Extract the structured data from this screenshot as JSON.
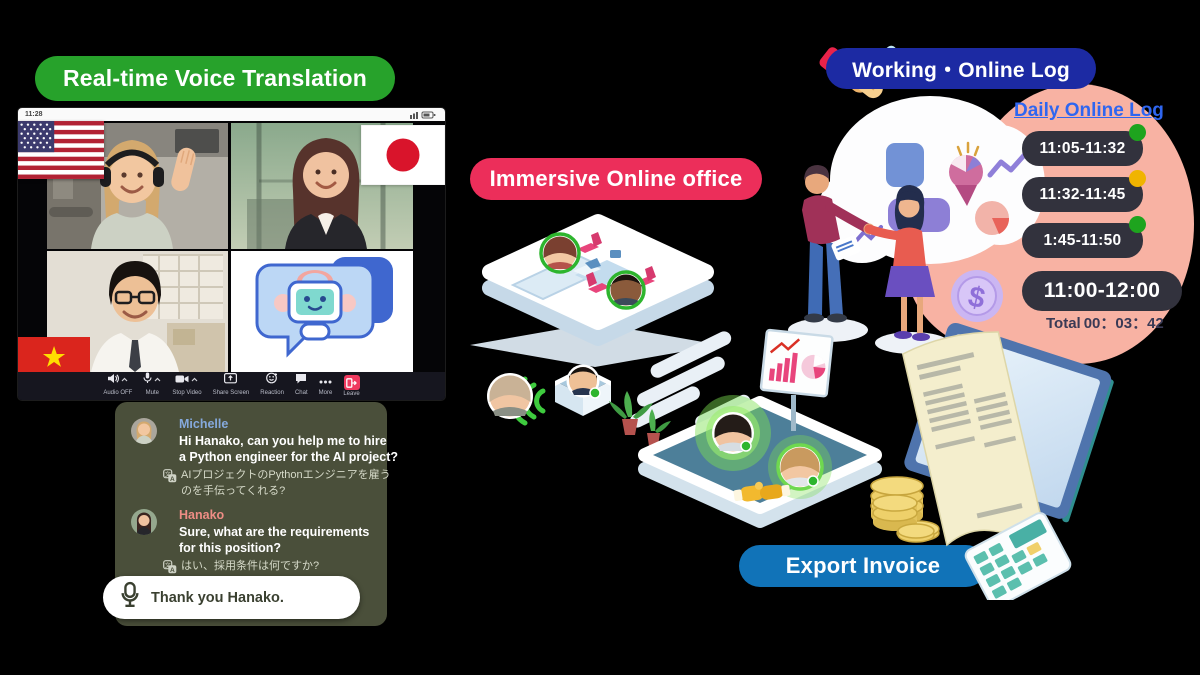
{
  "badges": {
    "voice_translation": "Real-time Voice Translation",
    "online_office": "Immersive Online office",
    "working_log": "Working・Online Log",
    "export_invoice": "Export Invoice"
  },
  "video_call": {
    "status_time": "11:28",
    "flags": {
      "top_left": "United States",
      "top_right": "Japan",
      "bottom_left": "Vietnam"
    },
    "toolbar": [
      {
        "label": "Audio OFF",
        "icon": "speaker-icon"
      },
      {
        "label": "Mute",
        "icon": "mic-icon"
      },
      {
        "label": "Stop Video",
        "icon": "camera-icon"
      },
      {
        "label": "Share Screen",
        "icon": "share-screen-icon"
      },
      {
        "label": "Reaction",
        "icon": "reaction-icon"
      },
      {
        "label": "Chat",
        "icon": "chat-icon"
      },
      {
        "label": "More",
        "icon": "more-icon"
      },
      {
        "label": "Leave",
        "icon": "leave-icon"
      }
    ]
  },
  "chat": {
    "messages": [
      {
        "speaker": "Michelle",
        "name_color": "#85a9dc",
        "lines": [
          "Hi Hanako, can you help me to hire",
          "a Python engineer for the AI project?"
        ],
        "translation_lines": [
          "AIプロジェクトのPythonエンジニアを雇う",
          "のを手伝ってくれる?"
        ]
      },
      {
        "speaker": "Hanako",
        "name_color": "#ef8d85",
        "lines": [
          "Sure, what are the requirements",
          "for this position?"
        ],
        "translation_lines": [
          "はい、採用条件は何ですか?",
          ""
        ]
      }
    ],
    "voice_input": "Thank you Hanako."
  },
  "online_log": {
    "title": "Daily Online Log",
    "entries": [
      {
        "time": "11:05-11:32",
        "status_color": "#1ea41e"
      },
      {
        "time": "11:32-11:45",
        "status_color": "#f0b400"
      },
      {
        "time": "1:45-11:50",
        "status_color": "#1ea41e"
      },
      {
        "time": "11:00-12:00",
        "status_color": ""
      }
    ],
    "total_label": "Total",
    "total_value": "00：03：42"
  },
  "icons": {
    "speaker-icon": "loudspeaker",
    "mic-icon": "microphone",
    "camera-icon": "video camera",
    "share-screen-icon": "screen with up arrow",
    "reaction-icon": "smiley face",
    "chat-icon": "speech bubble",
    "more-icon": "ellipsis dots",
    "leave-icon": "exit door with arrow",
    "translate-icon": "文/A translation badge",
    "microphone-icon": "voice input mic outline",
    "status-dot": "presence circle"
  },
  "colors": {
    "badge_green": "#27a22b",
    "badge_pink": "#ec2e5a",
    "badge_navy": "#1c2aa3",
    "badge_blue": "#1173b8",
    "salmon_blob": "#f8b2a3",
    "chat_panel": "#4a4f3a",
    "log_pill": "#32323d",
    "log_title_blue": "#2f66f0",
    "dot_green": "#1ea41e",
    "dot_yellow": "#f0b400"
  }
}
